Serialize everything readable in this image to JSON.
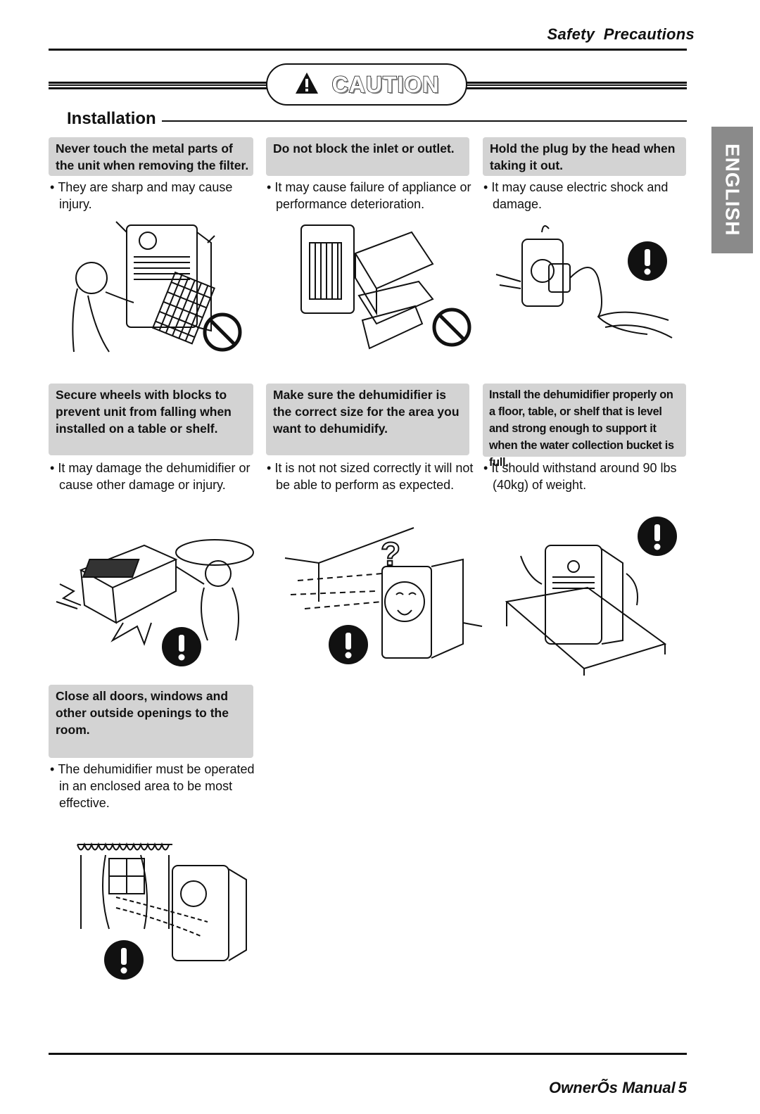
{
  "header": {
    "title": "Safety  Precautions"
  },
  "caution": {
    "label": "CAUTION",
    "icon": "warning-triangle-icon"
  },
  "section": {
    "title": "Installation"
  },
  "side_tab": {
    "label": "ENGLISH"
  },
  "cards": [
    {
      "heading": "Never touch the metal parts of the unit when removing the filter.",
      "bullet": "They are sharp and may cause injury.",
      "icon": "prohibited-icon"
    },
    {
      "heading": "Do not block the inlet or outlet.",
      "bullet": "It may cause failure of appliance or performance deterioration.",
      "icon": "prohibited-icon"
    },
    {
      "heading": "Hold the plug by the head when taking it out.",
      "bullet": "It may cause electric shock and damage.",
      "icon": "mandatory-icon"
    },
    {
      "heading": "Secure wheels with blocks to prevent unit from falling when installed on a table or shelf.",
      "bullet": "It may damage the dehumidifier or cause other damage or injury.",
      "icon": "mandatory-icon"
    },
    {
      "heading": "Make sure the dehumidifier is the correct size for the area you want to dehumidify.",
      "bullet": "It is not not sized correctly it will not be able to perform as expected.",
      "icon": "mandatory-icon"
    },
    {
      "heading": "Install the dehumidifier properly on a floor, table, or shelf that is level and strong enough to support it when the water collection bucket is full.",
      "bullet": "It should withstand around 90 lbs (40kg) of weight.",
      "icon": "mandatory-icon"
    },
    {
      "heading": "Close all doors, windows and other outside openings to the room.",
      "bullet": "The dehumidifier must be operated in an enclosed area to be most effective.",
      "icon": "mandatory-icon"
    }
  ],
  "footer": {
    "text": "OwnerÕs Manual",
    "page": "5"
  }
}
